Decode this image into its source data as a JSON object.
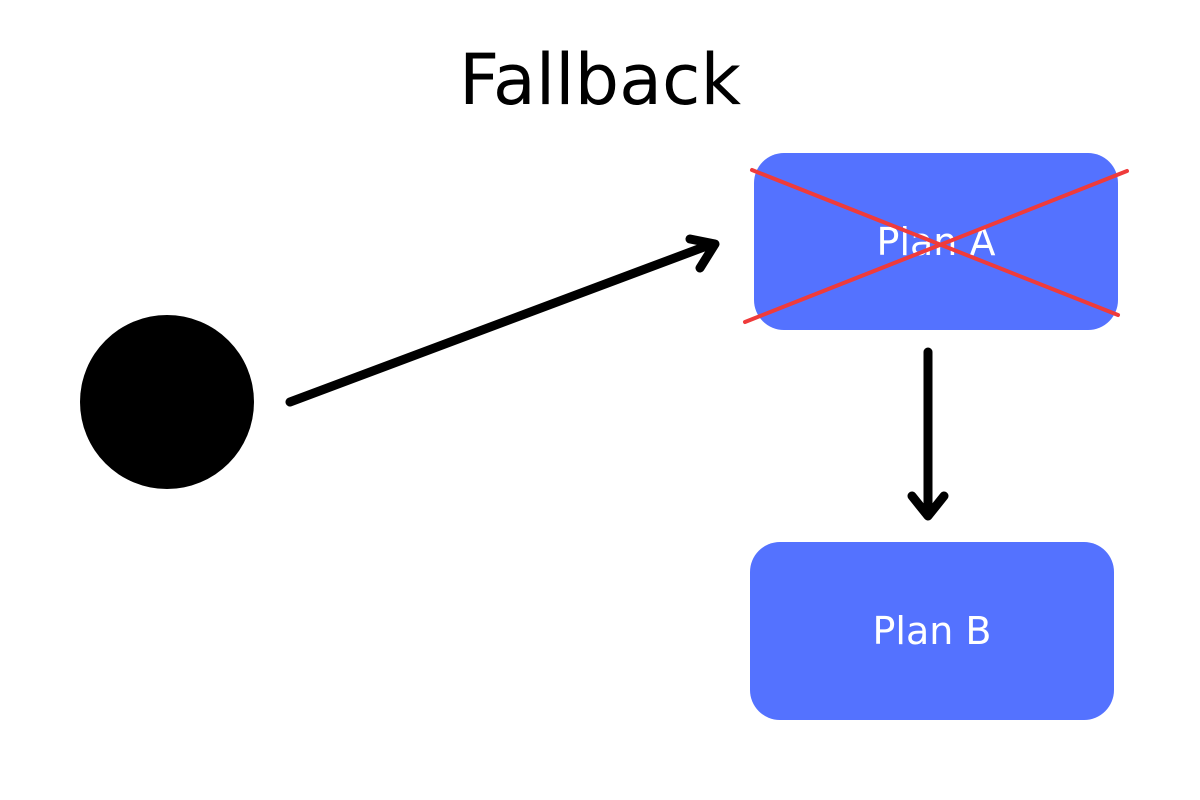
{
  "diagram": {
    "title": "Fallback",
    "nodes": {
      "plan_a": {
        "label": "Plan A",
        "status": "crossed-out"
      },
      "plan_b": {
        "label": "Plan B"
      }
    },
    "start_node": {
      "shape": "filled-circle"
    },
    "edges": [
      {
        "from": "start_node",
        "to": "plan_a"
      },
      {
        "from": "plan_a",
        "to": "plan_b"
      }
    ]
  },
  "colors": {
    "node_fill": "#5472ff",
    "node_text": "#ffffff",
    "cross_out": "#ef3b3b",
    "arrow": "#000000",
    "start_node": "#000000",
    "background": "#ffffff"
  }
}
